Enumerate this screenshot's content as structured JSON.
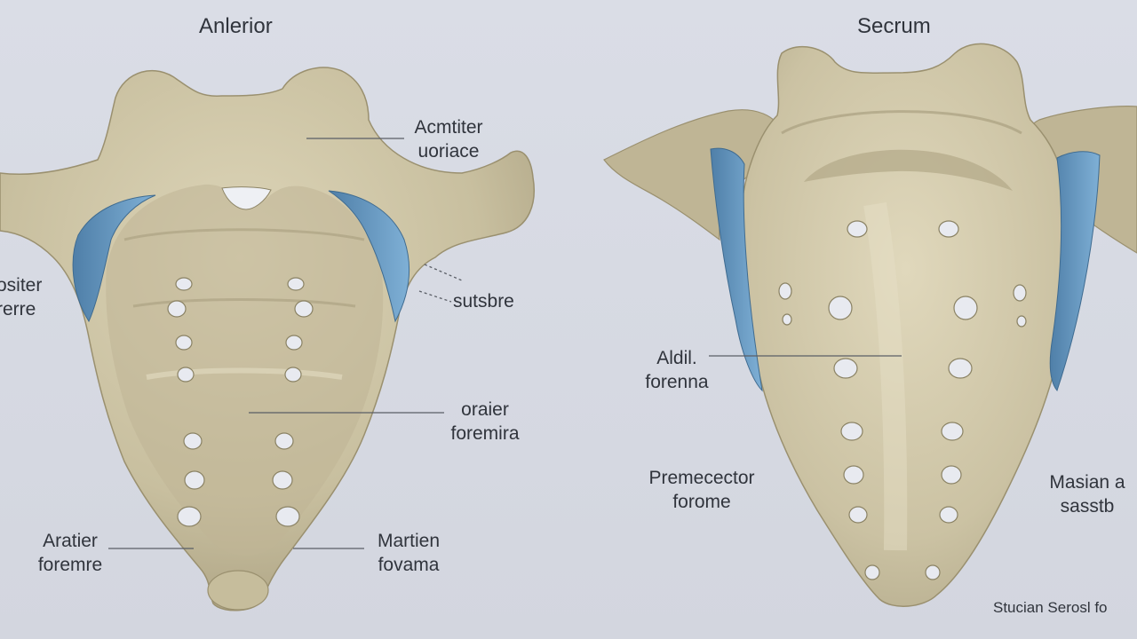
{
  "colors": {
    "background": "#d7dae3",
    "bone": "#cdc4a4",
    "bone_shadow": "#9c9273",
    "bone_highlight": "#e6dfc6",
    "cartilage_blue": "#6f9ec4",
    "leader_line": "#5a5e66",
    "text": "#30343c"
  },
  "labels": {
    "left_title": "Anlerior",
    "right_title": "Secrum",
    "left_anterior_surface": "Acmtiter\nuoriace",
    "left_posterior": "ositer\nrerre",
    "left_sutsbre": "sutsbre",
    "left_oraier": "oraier\nforemira",
    "left_aratier": "Aratier\nforemre",
    "left_martien": "Martien\nfovama",
    "right_aldil": "Aldil.\nforenna",
    "right_premecector": "Premecector\nforome",
    "right_masian": "Masian a\nsasstb",
    "right_footer": "Stucian Serosl fo"
  }
}
